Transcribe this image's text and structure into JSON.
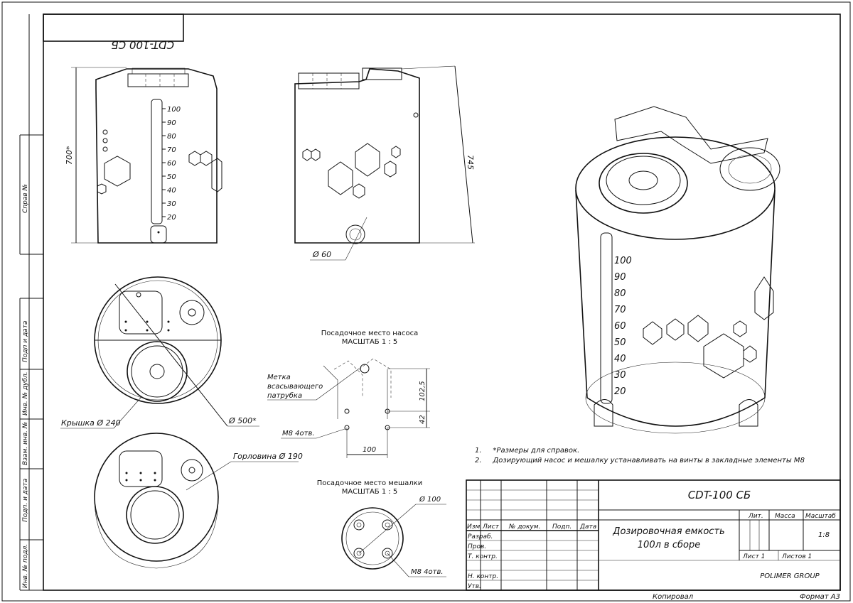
{
  "drawing": {
    "code_mirrored": "CDT-100 СБ",
    "sidebar": [
      "Справ №",
      "Подп и дата",
      "Инв. № дубл.",
      "Взам. инв. №",
      "Подп. и дата",
      "Инв. № подл."
    ],
    "dims": {
      "height": "700*",
      "height_right": "745",
      "dia_outlet": "Ø 60",
      "lid": "Крышка Ø 240",
      "tank_dia": "Ø 500*",
      "neck": "Горловина Ø 190",
      "mark_line1": "Метка",
      "mark_line2": "всасывающего",
      "mark_line3": "патрубка",
      "bolts_pump": "M8 4отв.",
      "bolts_mixer": "M8 4отв.",
      "dim_1025": "102,5",
      "dim_42": "42",
      "dim_100": "100",
      "dia_100": "Ø 100"
    },
    "pump_seat": {
      "title": "Посадочное место насоса",
      "scale": "МАСШТАБ 1 : 5"
    },
    "mixer_seat": {
      "title": "Посадочное место мешалки",
      "scale": "МАСШТАБ 1 : 5"
    },
    "scale_labels": [
      "100",
      "90",
      "80",
      "70",
      "60",
      "50",
      "40",
      "30",
      "20"
    ],
    "notes": [
      "1.     *Размеры для справок.",
      "2.     Дозирующий насос и мешалку устанавливать на винты в закладные элементы M8"
    ]
  },
  "title_block": {
    "code": "CDT-100 СБ",
    "name_line1": "Дозировочная емкость",
    "name_line2": "100л в сборе",
    "head": [
      "Изм.",
      "Лист",
      "№ докум.",
      "Подп.",
      "Дата"
    ],
    "roles": [
      "Разраб.",
      "Пров.",
      "Т. контр.",
      "Н. контр.",
      "Утв."
    ],
    "lit": "Лит.",
    "mass": "Масса",
    "scale_h": "Масштаб",
    "scale": "1:8",
    "sheet": "Лист 1",
    "sheets": "Листов 1",
    "company": "POLIMER GROUP",
    "copied": "Копировал",
    "format": "Формат А3"
  }
}
